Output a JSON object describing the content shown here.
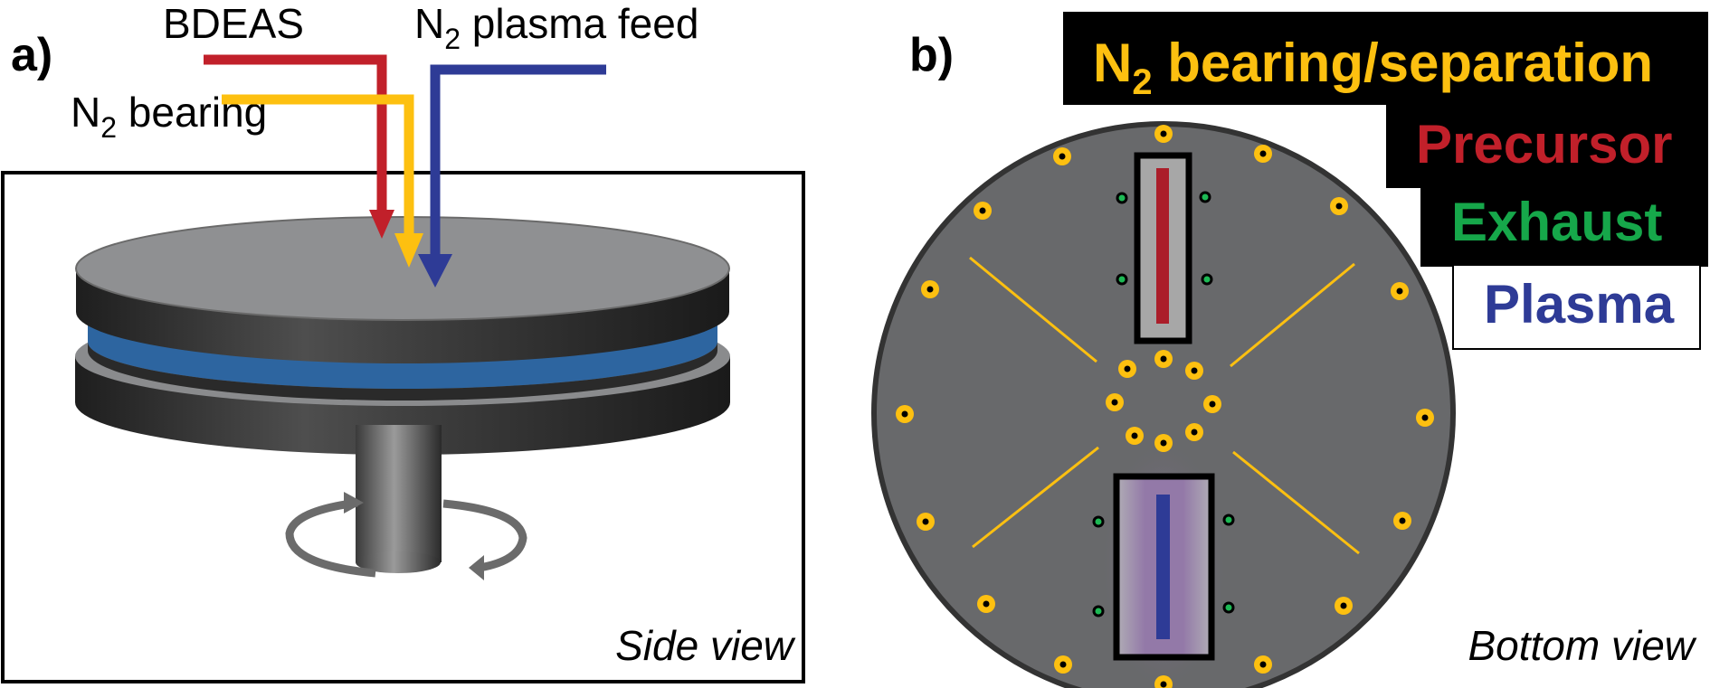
{
  "panel_a": {
    "label": "a)",
    "caption": "Side view",
    "inputs": [
      {
        "name": "BDEAS",
        "base": "BDEAS",
        "sub": "",
        "rest": "",
        "color": "#c1202a"
      },
      {
        "name": "N2 bearing",
        "base": "N",
        "sub": "2",
        "rest": " bearing",
        "color": "#fdc010"
      },
      {
        "name": "N2 plasma feed",
        "base": "N",
        "sub": "2",
        "rest": " plasma feed",
        "color": "#2e3b96"
      }
    ],
    "colors": {
      "susceptor_top": "#8f9092",
      "susceptor_side": "#3a3a3a",
      "wafer": "#2d65a0",
      "shaft": "#6a6a6a",
      "rotation_arrow": "#6b6b6b"
    }
  },
  "panel_b": {
    "label": "b)",
    "caption": "Bottom view",
    "legend": [
      {
        "name": "N2 bearing/separation",
        "base": "N",
        "sub": "2",
        "rest": " bearing/separation",
        "color": "#fdc010",
        "bg": "#000000"
      },
      {
        "name": "Precursor",
        "base": "Precursor",
        "sub": "",
        "rest": "",
        "color": "#c1202a",
        "bg": "#000000"
      },
      {
        "name": "Exhaust",
        "base": "Exhaust",
        "sub": "",
        "rest": "",
        "color": "#16a74a",
        "bg": "#000000"
      },
      {
        "name": "Plasma",
        "base": "Plasma",
        "sub": "",
        "rest": "",
        "color": "#2e3b96",
        "bg": "#ffffff"
      }
    ],
    "colors": {
      "head": "#68696b",
      "head_rim": "#333333",
      "bearing_hole": "#fdc010",
      "exhaust_hole": "#1db954",
      "precursor_slot": "#ab1e2a",
      "plasma_slot": "#2e3b96",
      "plasma_glow": "#9a78b0",
      "slot_fill": "#a7a7a7"
    }
  }
}
